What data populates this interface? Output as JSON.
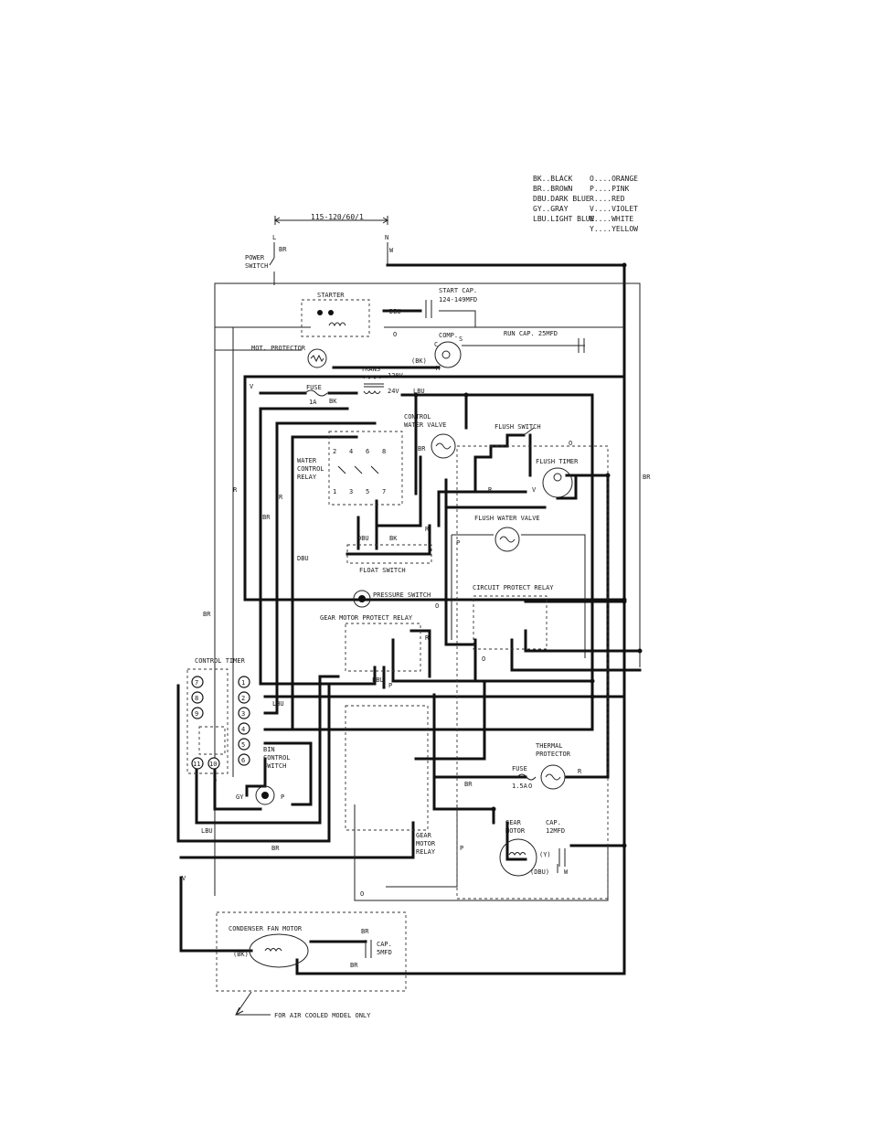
{
  "legend": {
    "left": [
      "BK..BLACK",
      "BR..BROWN",
      "DBU.DARK BLUE",
      "GY..GRAY",
      "LBU.LIGHT BLUE"
    ],
    "right": [
      "O....ORANGE",
      "P....PINK",
      "R....RED",
      "V....VIOLET",
      "W....WHITE",
      "Y....YELLOW"
    ]
  },
  "supply": {
    "voltage": "115-120/60/1",
    "l1": "L",
    "n": "N",
    "l1_wire": "BR",
    "n_wire": "W"
  },
  "components": {
    "power_switch": "POWER\nSWITCH",
    "starter": "STARTER",
    "start_cap": "START CAP.",
    "start_cap_value": "124-149MFD",
    "run_cap": "RUN CAP. 25MFD",
    "comp": "COMP.",
    "comp_bk": "(BK)",
    "mot_protector": "MOT. PROTECTOR",
    "trans": "TRANS",
    "trans_120": "120V",
    "trans_24": "24V",
    "fuse": "FUSE",
    "fuse_rating": "1A",
    "control_water_valve": "CONTROL\nWATER VALVE",
    "flush_switch": "FLUSH SWITCH",
    "flush_timer": "FLUSH TIMER",
    "water_control_relay": "WATER\nCONTROL\nRELAY",
    "float_switch": "FLOAT SWITCH",
    "flush_water_valve": "FLUSH WATER VALVE",
    "pressure_switch": "PRESSURE SWITCH",
    "circuit_protect_relay": "CIRCUIT PROTECT RELAY",
    "gear_motor_protect_relay": "GEAR MOTOR PROTECT RELAY",
    "control_timer": "CONTROL TIMER",
    "bin_control_switch": "BIN\nCONTROL\nSWITCH",
    "thermal_protector": "THERMAL\nPROTECTOR",
    "fuse2": "FUSE",
    "fuse2_rating": "1.5A",
    "gear_motor": "GEAR\nMOTOR",
    "gear_cap": "CAP.\n12MFD",
    "gear_motor_relay": "GEAR\nMOTOR\nRELAY",
    "condenser_fan_motor": "CONDENSER FAN MOTOR",
    "fan_bk": "(BK)",
    "fan_cap": "CAP.\n5MFD",
    "air_cooled_note": "FOR AIR COOLED MODEL ONLY"
  },
  "wire_labels": {
    "dbu": "DBU",
    "o": "O",
    "v": "V",
    "bk": "BK",
    "lbu": "LBU",
    "r": "R",
    "br": "BR",
    "p": "P",
    "w": "W",
    "gy": "GY",
    "y": "(Y)",
    "s": "S",
    "m": "M",
    "c": "C",
    "dbu_paren": "(DBU)"
  },
  "timer_terminals": [
    "1",
    "2",
    "3",
    "4",
    "5",
    "6"
  ],
  "timer_left_terminals": [
    "7",
    "8",
    "9",
    "11",
    "10"
  ],
  "relay_terminals": [
    "2",
    "4",
    "6",
    "8",
    "1",
    "3",
    "5",
    "7"
  ]
}
